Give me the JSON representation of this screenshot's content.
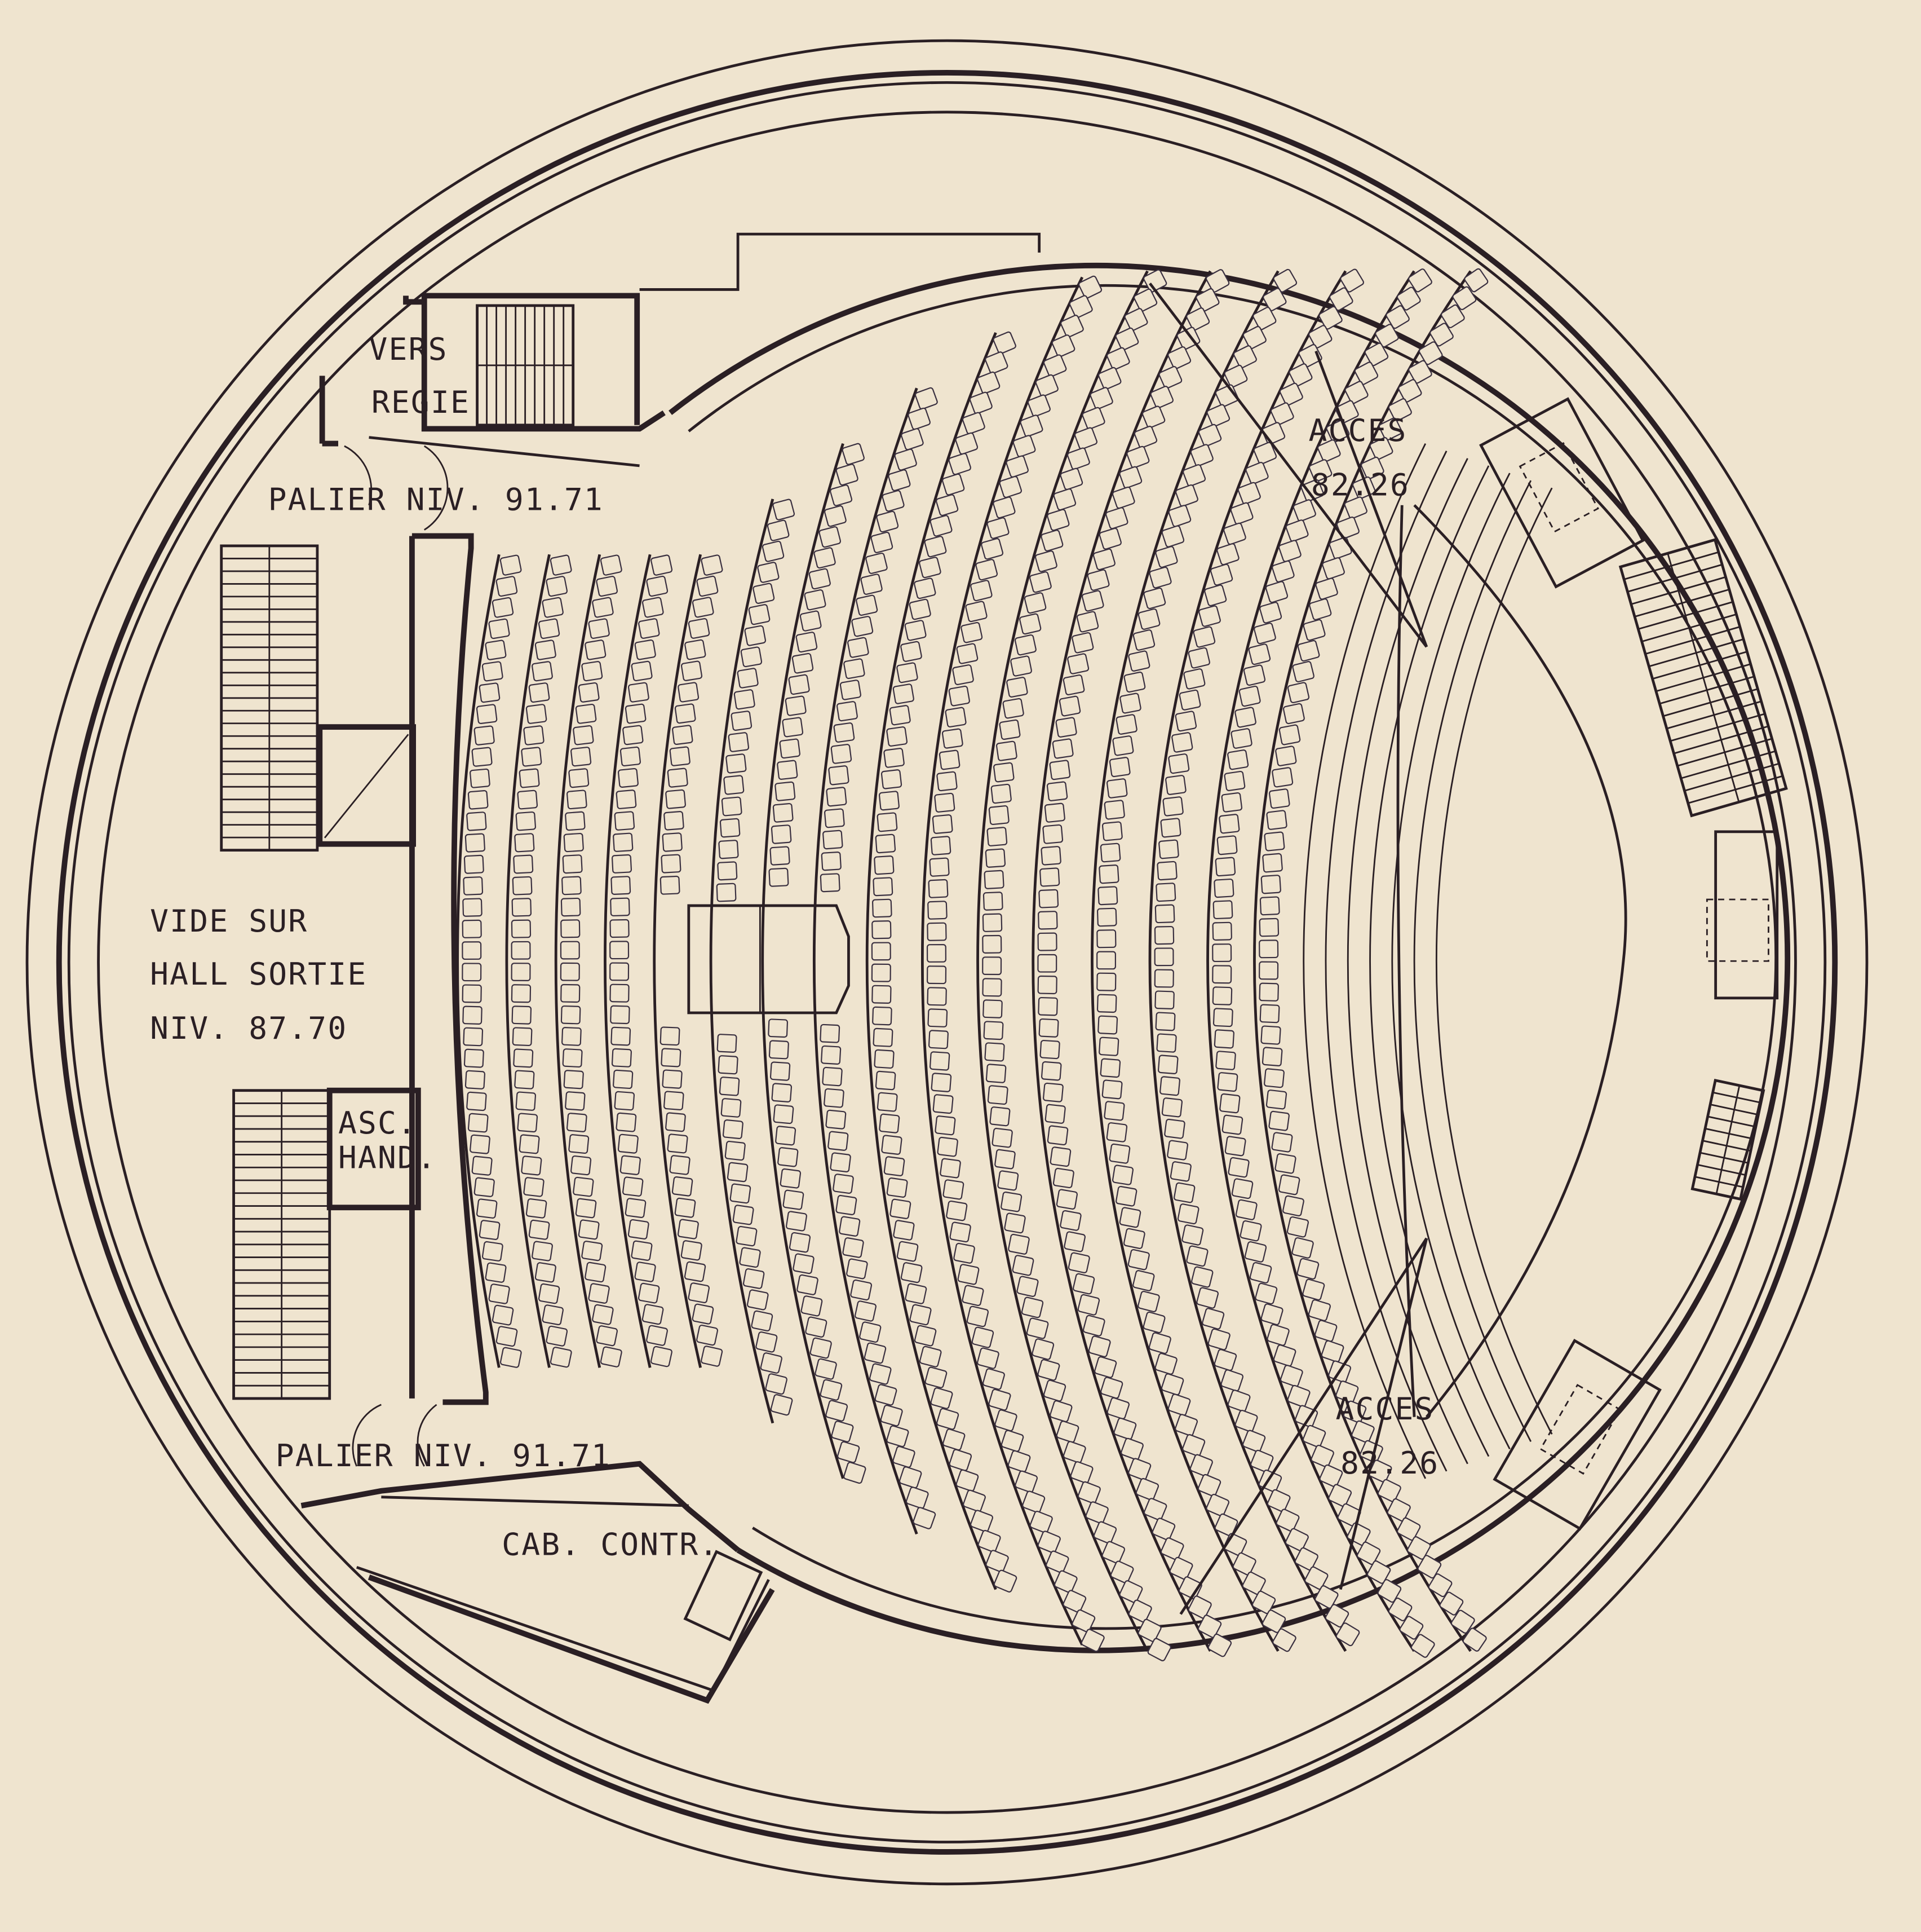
{
  "plan": {
    "labels": {
      "vers": "VERS",
      "regie": "REGIE",
      "palier_top": "PALIER NIV. 91.71",
      "vide_sur": "VIDE SUR",
      "hall_sortie": "HALL SORTIE",
      "niv_hall": "NIV. 87.70",
      "asc": "ASC.",
      "hand": "HAND.",
      "palier_bottom": "PALIER NIV. 91.71",
      "cab_contr": "CAB. CONTR.",
      "acces_top": "ACCES",
      "acces_top_level": "82.26",
      "acces_bottom": "ACCES",
      "acces_bottom_level": "82.26"
    },
    "colors": {
      "paper": "#efe4cf",
      "ink": "#2a1f24"
    }
  }
}
